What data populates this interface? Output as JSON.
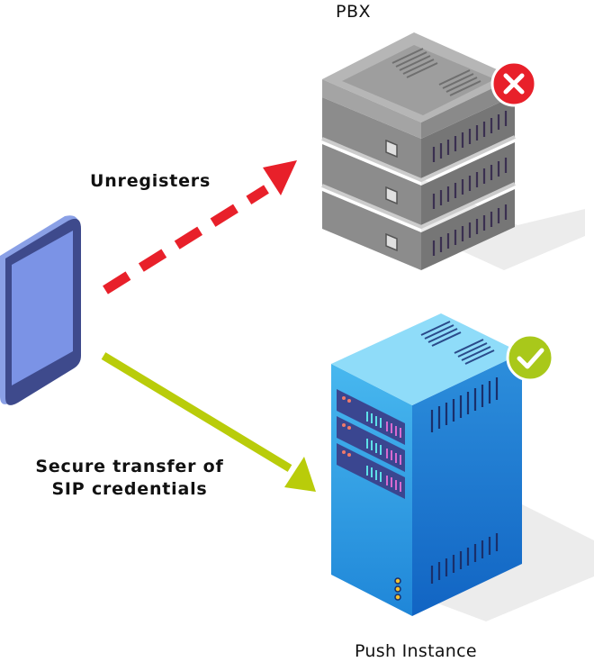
{
  "labels": {
    "pbx": "PBX",
    "push_instance": "Push Instance",
    "unregisters": "Unregisters",
    "secure_transfer_line1": "Secure transfer of",
    "secure_transfer_line2": "SIP credentials"
  },
  "icons": {
    "pbx_status": "close-icon",
    "push_status": "check-icon"
  },
  "colors": {
    "unregister_arrow": "#e8202a",
    "transfer_arrow": "#b9cc0a",
    "error_badge": "#e8202a",
    "success_badge": "#a9c81a",
    "pbx_server": "#9a9a9a",
    "push_server": "#2b90d9",
    "phone_frame": "#3e4a8c",
    "phone_screen": "#7b93e6"
  }
}
